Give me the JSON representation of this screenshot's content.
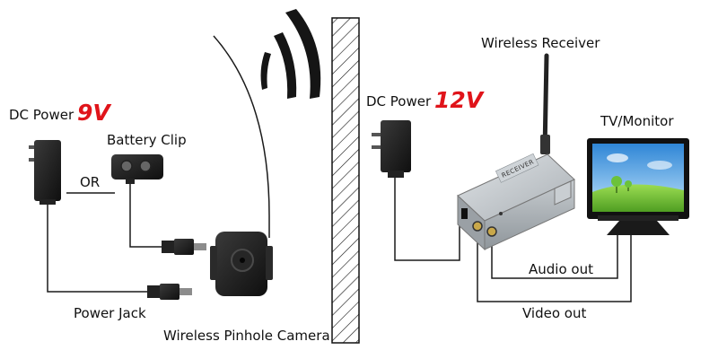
{
  "labels": {
    "dc_power_left": "DC Power",
    "volt_left": "9V",
    "battery_clip": "Battery Clip",
    "or": "OR",
    "power_jack": "Power Jack",
    "camera": "Wireless Pinhole Camera",
    "dc_power_right": "DC Power",
    "volt_right": "12V",
    "wireless_receiver": "Wireless Receiver",
    "tv_monitor": "TV/Monitor",
    "audio_out": "Audio out",
    "video_out": "Video out",
    "receiver_plate": "RECEIVER"
  },
  "colors": {
    "accent_red": "#e0141a",
    "line": "#1a1a1a",
    "device_dark": "#1c1c1c",
    "receiver_body": "#b9bec2",
    "screen_sky": "#4aa8e4",
    "screen_grass": "#7ac943"
  }
}
